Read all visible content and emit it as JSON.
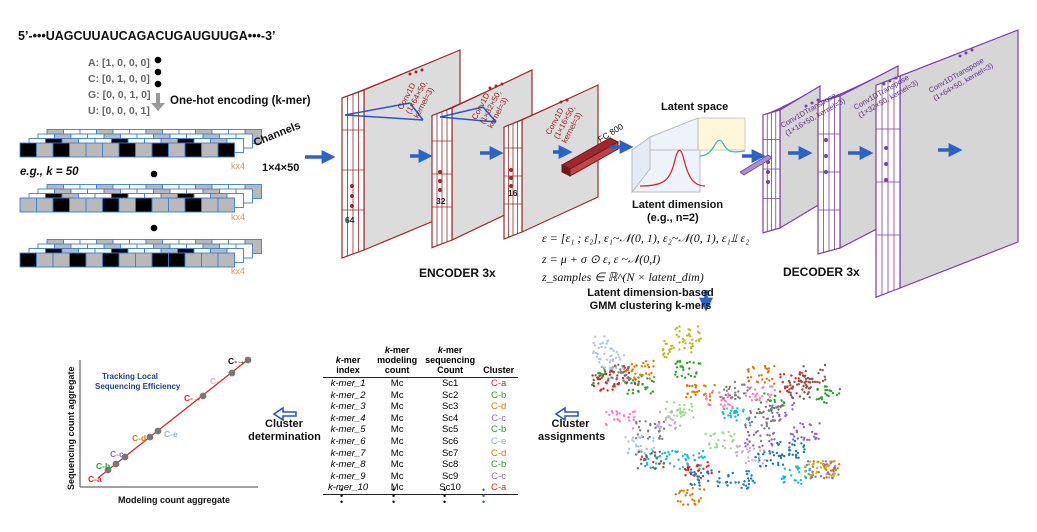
{
  "sequence": "5’-•••UAGCUUAUCAGACUGAUGUUGA•••-3’",
  "one_hot": [
    {
      "base": "A:",
      "vec": "[1, 0, 0, 0]"
    },
    {
      "base": "C:",
      "vec": "[0, 1, 0, 0]"
    },
    {
      "base": "G:",
      "vec": "[0, 0, 1, 0]"
    },
    {
      "base": "U:",
      "vec": "[0, 0, 0, 1]"
    }
  ],
  "one_hot_title": "One-hot encoding (k-mer)",
  "example_k": "e.g., k = 50",
  "kx4": "kx4",
  "channels": "Channels",
  "channels_dim": "1×4×50",
  "encoder": {
    "layers": [
      "Conv1D (1×64×50, kernel=3)",
      "Conv1D (1×32×50, kernel=3)",
      "Conv1D (1×16×50, kernel=3)"
    ],
    "depths": [
      "64",
      "32",
      "16"
    ],
    "fc": "FC 800",
    "label": "ENCODER 3x"
  },
  "decoder": {
    "layers": [
      "Conv1DTranspose (1×16×50, kernel=3)",
      "Conv1DTranspose (1×32×50, kernel=3)",
      "Conv1DTranspose (1×64×50, kernel=3)"
    ],
    "label": "DECODER 3x"
  },
  "latent_space": "Latent space",
  "latent_dimension": "Latent dimension",
  "latent_example": "(e.g., n=2)",
  "equations": [
    "ε = [ε₁ ; ε₂],  ε₁~𝒩(0, 1), ε₂~𝒩(0, 1), ε₁⫫ ε₂",
    "z = μ + σ ⊙ ε, ε ~𝒩(0,I)",
    "z_samples ∈ ℝ^(N × latent_dim)"
  ],
  "gmm_title": [
    "Latent dimension-based",
    "GMM clustering k-mers"
  ],
  "cluster_assignments": [
    "Cluster",
    "assignments"
  ],
  "cluster_determination": [
    "Cluster",
    "determination"
  ],
  "table": {
    "headers": [
      "k-mer index",
      "k-mer modeling count",
      "k-mer sequencing Count",
      "Cluster"
    ],
    "rows": [
      [
        "k-mer_1",
        "Mc",
        "Sc1",
        "C-a"
      ],
      [
        "k-mer_2",
        "Mc",
        "Sc2",
        "C-b"
      ],
      [
        "k-mer_3",
        "Mc",
        "Sc3",
        "C-d"
      ],
      [
        "k-mer_4",
        "Mc",
        "Sc4",
        "C-c"
      ],
      [
        "k-mer_5",
        "Mc",
        "Sc5",
        "C-b"
      ],
      [
        "k-mer_6",
        "Mc",
        "Sc6",
        "C-e"
      ],
      [
        "k-mer_7",
        "Mc",
        "Sc7",
        "C-d"
      ],
      [
        "k-mer_8",
        "Mc",
        "Sc8",
        "C-b"
      ],
      [
        "k-mer_9",
        "Mc",
        "Sc9",
        "C-c"
      ],
      [
        "k-mer_10",
        "Mc",
        "Sc10",
        "C-a"
      ]
    ],
    "cluster_colors": {
      "C-a": "#d62728",
      "C-b": "#2ca02c",
      "C-c": "#9467bd",
      "C-d": "#e07b00",
      "C-e": "#8fb4d8"
    }
  },
  "agg_plot": {
    "ylabel": "Sequencing count aggregate",
    "xlabel": "Modeling count aggregate",
    "annotation": [
      "Tracking Local",
      "Sequencing Efficiency"
    ],
    "labels": [
      "C-a",
      "C-b",
      "C-c",
      "C-d",
      "C-e",
      "C-→",
      "C-→",
      "C-→"
    ]
  },
  "colors": {
    "encoder": "#9c2b2b",
    "decoder": "#7b3fa8",
    "arrow": "#2a62c9",
    "fc": "#a0272b",
    "black_cell": "#000000",
    "gray_cell": "#b9b9b9",
    "blue_edge": "#3a7fd0"
  }
}
